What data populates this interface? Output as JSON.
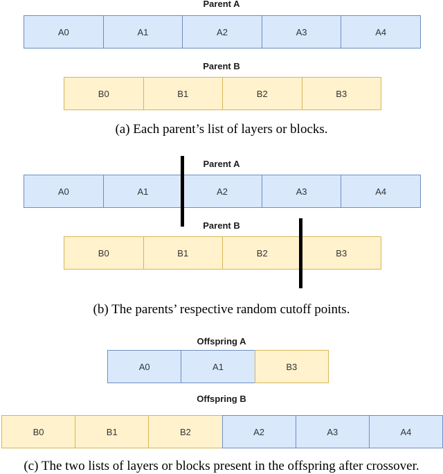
{
  "colors": {
    "parent_a_fill": "#dae8fc",
    "parent_a_border": "#6c8ebf",
    "parent_b_fill": "#fff2cc",
    "parent_b_border": "#d6b656"
  },
  "panel_a": {
    "parent_a": {
      "label": "Parent A",
      "blocks": [
        "A0",
        "A1",
        "A2",
        "A3",
        "A4"
      ]
    },
    "parent_b": {
      "label": "Parent B",
      "blocks": [
        "B0",
        "B1",
        "B2",
        "B3"
      ]
    },
    "caption": "(a) Each parent’s list of layers or blocks."
  },
  "panel_b": {
    "parent_a": {
      "label": "Parent A",
      "blocks": [
        "A0",
        "A1",
        "A2",
        "A3",
        "A4"
      ],
      "cutoff_after_block": 2
    },
    "parent_b": {
      "label": "Parent B",
      "blocks": [
        "B0",
        "B1",
        "B2",
        "B3"
      ],
      "cutoff_after_block": 3
    },
    "caption": "(b) The parents’ respective random cutoff points."
  },
  "panel_c": {
    "offspring_a": {
      "label": "Offspring A",
      "blocks": [
        "A0",
        "A1",
        "B3"
      ]
    },
    "offspring_b": {
      "label": "Offspring B",
      "blocks": [
        "B0",
        "B1",
        "B2",
        "A2",
        "A3",
        "A4"
      ]
    },
    "caption": "(c) The two lists of layers or blocks present in the offspring after crossover."
  }
}
